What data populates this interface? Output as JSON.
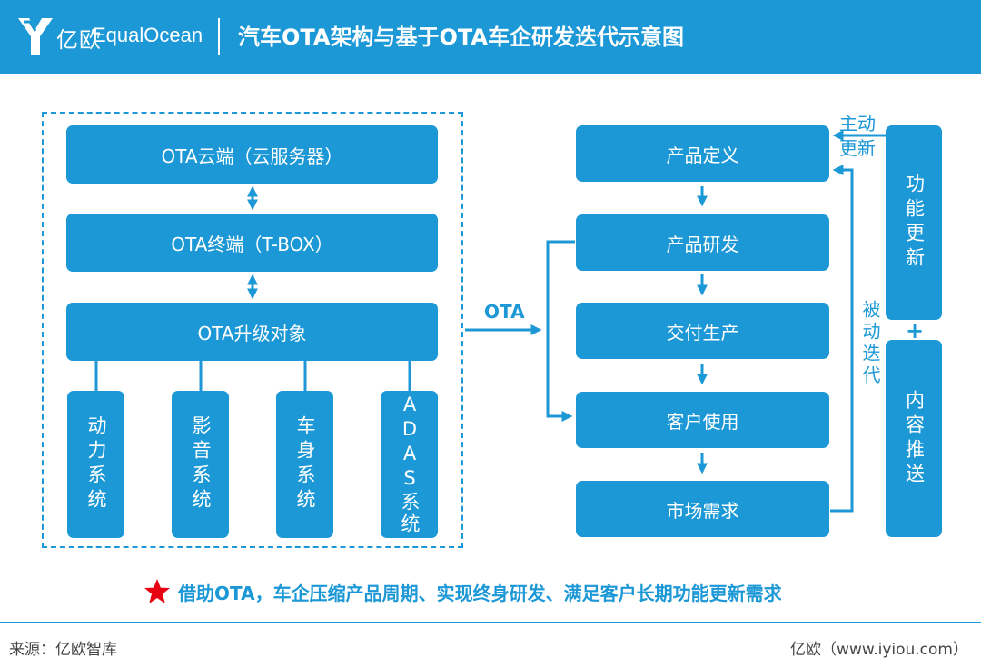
{
  "header": {
    "logo_cn": "亿欧",
    "logo_en": "EqualOcean",
    "title": "汽车OTA架构与基于OTA车企研发迭代示意图"
  },
  "left": {
    "cloud": "OTA云端（云服务器）",
    "terminal": "OTA终端（T-BOX）",
    "target": "OTA升级对象",
    "systems": [
      "动力系统",
      "影音系统",
      "车身系统",
      "ADAS系统"
    ]
  },
  "connector_label": "OTA",
  "right": {
    "flow": [
      "产品定义",
      "产品研发",
      "交付生产",
      "客户使用",
      "市场需求"
    ],
    "active_update": "主动更新",
    "passive_iteration": "被动迭代",
    "function_update": "功能更新",
    "plus": "+",
    "content_push": "内容推送"
  },
  "slogan": "借助OTA，车企压缩产品周期、实现终身研发、满足客户长期功能更新需求",
  "footer": {
    "source": "来源：亿欧智库",
    "site": "亿欧（www.iyiou.com）"
  },
  "colors": {
    "primary": "#1c98d6",
    "star": "#e60012",
    "text_gray": "#444444"
  }
}
